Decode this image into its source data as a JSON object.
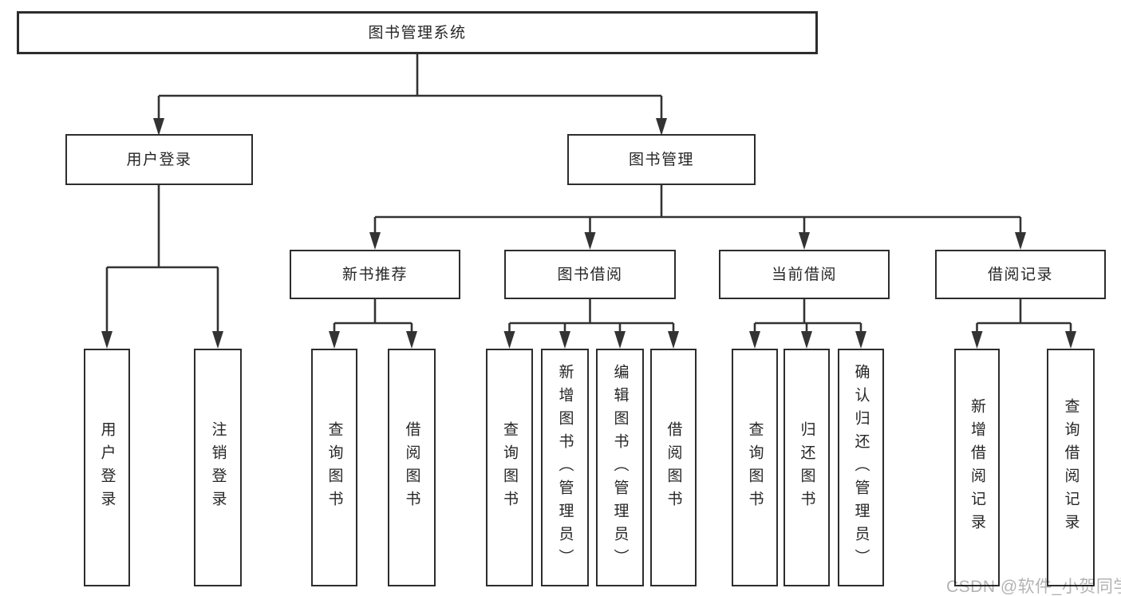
{
  "tree": {
    "root": {
      "label": "图书管理系统"
    },
    "level2": [
      {
        "label": "用户登录",
        "children": [
          "用户登录",
          "注销登录"
        ]
      },
      {
        "label": "图书管理"
      }
    ],
    "level3": [
      {
        "label": "新书推荐",
        "children": [
          "查询图书",
          "借阅图书"
        ]
      },
      {
        "label": "图书借阅",
        "children": [
          "查询图书",
          "新增图书（管理员）",
          "编辑图书（管理员）",
          "借阅图书"
        ]
      },
      {
        "label": "当前借阅",
        "children": [
          "查询图书",
          "归还图书",
          "确认归还（管理员）"
        ]
      },
      {
        "label": "借阅记录",
        "children": [
          "新增借阅记录",
          "查询借阅记录"
        ]
      }
    ]
  },
  "watermark": {
    "text": "CSDN @软件_小贺同学"
  },
  "colors": {
    "line": "#333333",
    "border": "#2d2d2d",
    "fill": "#ffffff",
    "text": "#262626",
    "watermark": "#b3b3b3"
  }
}
